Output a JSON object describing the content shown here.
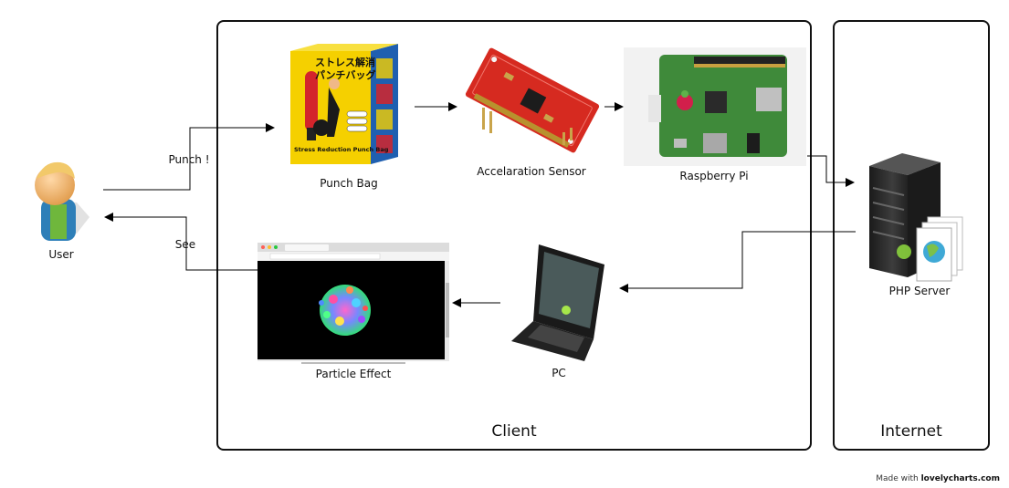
{
  "groups": {
    "client": "Client",
    "internet": "Internet"
  },
  "nodes": {
    "user": "User",
    "punch_bag": "Punch Bag",
    "sensor": "Accelaration Sensor",
    "raspberry": "Raspberry Pi",
    "server": "PHP Server",
    "pc": "PC",
    "particle": "Particle Effect"
  },
  "punch_bag_box": {
    "jp_title_line1": "ストレス解消",
    "jp_title_line2": "パンチバッグ",
    "en_title": "Stress Reduction Punch Bag"
  },
  "edges": {
    "punch": "Punch !",
    "see": "See"
  },
  "footer": {
    "prefix": "Made with",
    "brand": "lovelycharts.com"
  },
  "colors": {
    "border": "#111111",
    "box_yellow": "#f5d000",
    "sensor_red": "#d62a20",
    "board_green": "#3f8a3a",
    "server_dark": "#2b2b2b"
  }
}
